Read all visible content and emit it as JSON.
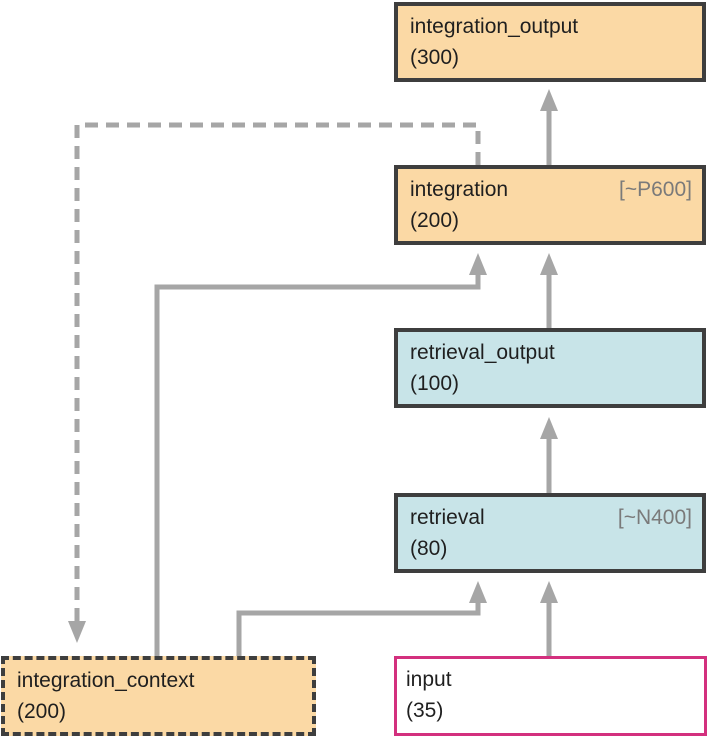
{
  "nodes": {
    "integration_output": {
      "name": "integration_output",
      "size": "(300)"
    },
    "integration": {
      "name": "integration",
      "size": "(200)",
      "tag": "[~P600]"
    },
    "retrieval_output": {
      "name": "retrieval_output",
      "size": "(100)"
    },
    "retrieval": {
      "name": "retrieval",
      "size": "(80)",
      "tag": "[~N400]"
    },
    "integration_context": {
      "name": "integration_context",
      "size": "(200)"
    },
    "input": {
      "name": "input",
      "size": "(35)"
    }
  },
  "colors": {
    "integration_fill": "#fbd9a5",
    "retrieval_fill": "#c8e4e8",
    "input_border": "#d3307e",
    "arrow": "#a6a6a6",
    "box_border": "#3e3e3e"
  }
}
